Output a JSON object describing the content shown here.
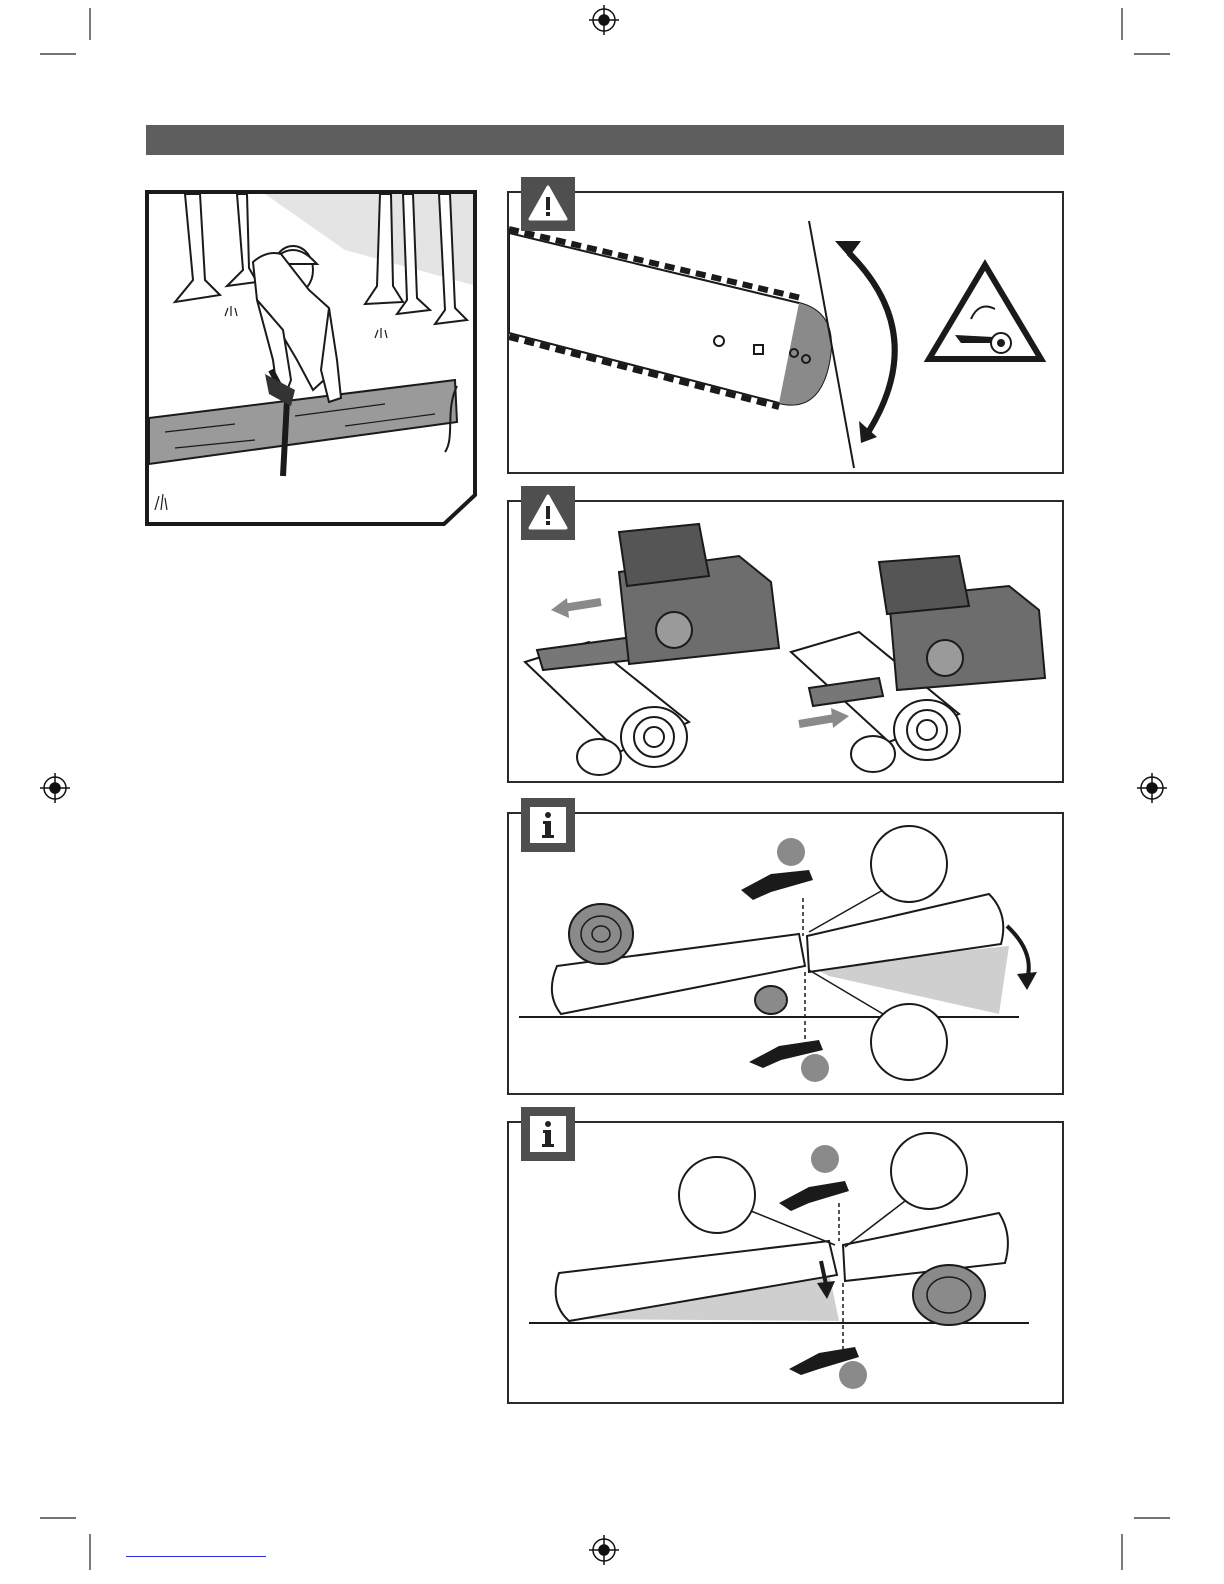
{
  "page": {
    "header_bar_color": "#5e5e5e",
    "accent_gray": "#8a8a8a",
    "panels": [
      {
        "id": "felling-scene",
        "icon": "woodcutter-illustration"
      },
      {
        "id": "kickback-zone",
        "badge_icon": "warning-triangle-icon",
        "sign_icon": "kickback-warning-sign-icon"
      },
      {
        "id": "pushing-pulling",
        "badge_icon": "warning-triangle-icon"
      },
      {
        "id": "log-supported-one-end",
        "badge_icon": "info-icon"
      },
      {
        "id": "log-supported-both-ends",
        "badge_icon": "info-icon"
      }
    ]
  }
}
